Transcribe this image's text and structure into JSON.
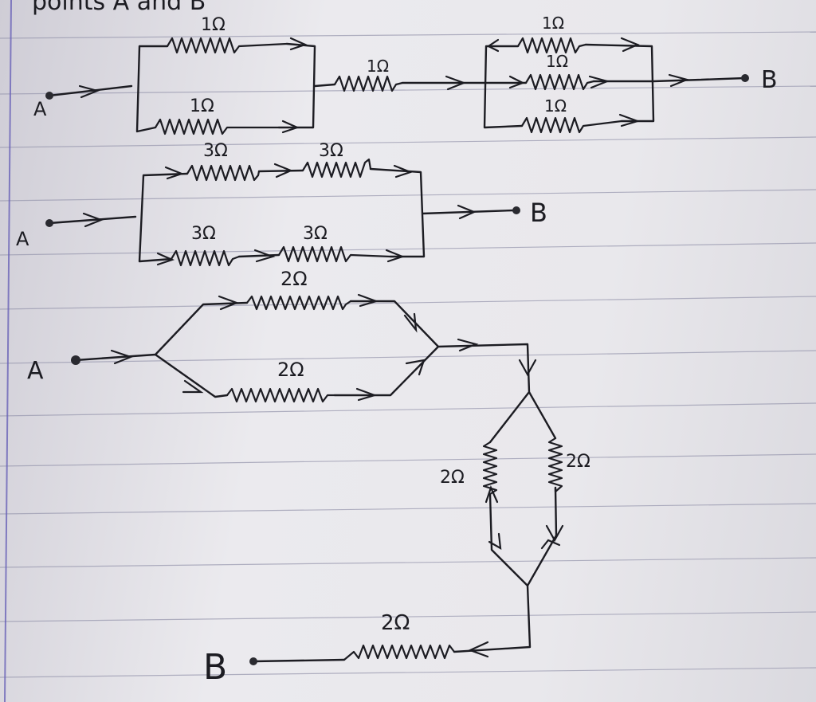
{
  "header": {
    "text": "points  A  and  B"
  },
  "circuits": [
    {
      "terminal_a": "A",
      "terminal_b": "B",
      "resistors": [
        "1Ω",
        "1Ω",
        "1Ω",
        "1Ω",
        "1Ω",
        "1Ω"
      ]
    },
    {
      "terminal_a": "A",
      "terminal_b": "B",
      "resistors": [
        "3Ω",
        "3Ω",
        "3Ω",
        "3Ω"
      ]
    },
    {
      "terminal_a": "A",
      "terminal_b": "B",
      "resistors": [
        "2Ω",
        "2Ω",
        "2Ω",
        "2Ω",
        "2Ω"
      ]
    }
  ]
}
